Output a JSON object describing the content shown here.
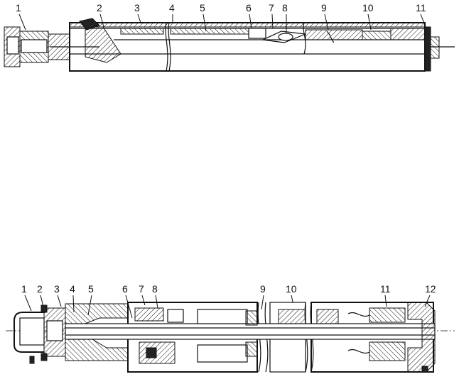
{
  "figure_top": {
    "labels": [
      "1",
      "2",
      "3",
      "4",
      "5",
      "6",
      "7",
      "8",
      "9",
      "10",
      "11"
    ]
  },
  "figure_bottom": {
    "labels": [
      "1",
      "2",
      "3",
      "4",
      "5",
      "6",
      "7",
      "8",
      "9",
      "10",
      "11",
      "12"
    ]
  }
}
